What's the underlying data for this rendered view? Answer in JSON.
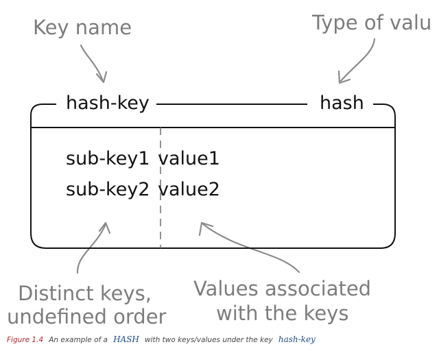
{
  "annotations": {
    "key_name": "Key name",
    "type_of_value": "Type of valu",
    "distinct_keys_line1": "Distinct keys,",
    "distinct_keys_line2": "undefined order",
    "values_line1": "Values associated",
    "values_line2": "with the keys"
  },
  "box": {
    "key": "hash-key",
    "type": "hash",
    "entries": [
      {
        "sub_key": "sub-key1",
        "value": "value1"
      },
      {
        "sub_key": "sub-key2",
        "value": "value2"
      }
    ]
  },
  "caption": {
    "label": "Figure 1.4",
    "text_before": "An example of a",
    "structure": "HASH",
    "text_middle": "with two keys/values under the key",
    "key_name": "hash-key"
  },
  "colors": {
    "annotation": "#7c7c7c",
    "box_stroke": "#111111",
    "caption_label": "#b3262c",
    "caption_code": "#1f4b86"
  }
}
